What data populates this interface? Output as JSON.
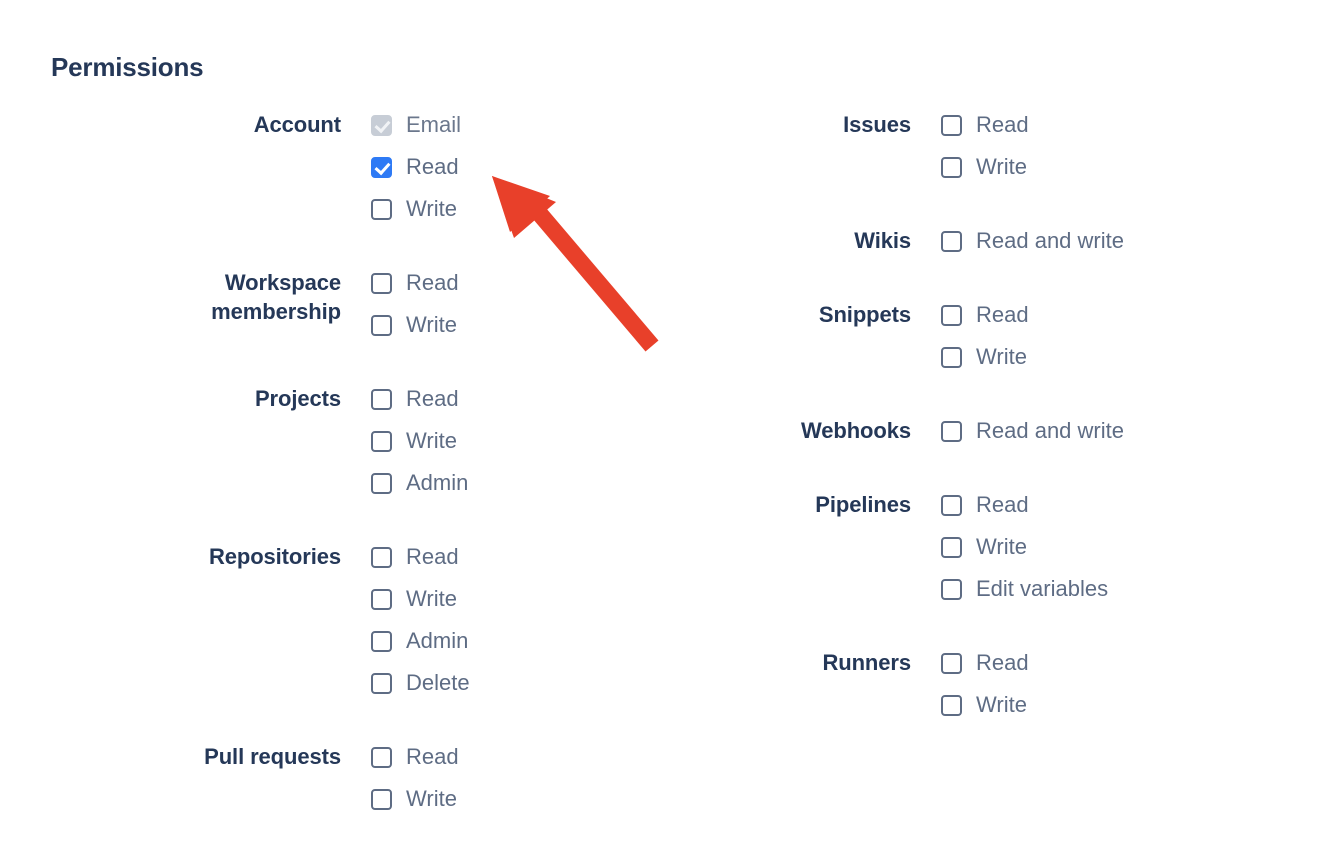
{
  "page": {
    "title": "Permissions",
    "background_color": "#ffffff",
    "label_color": "#253858",
    "option_color": "#5e6c84",
    "checked_color": "#2e7af5",
    "disabled_color": "#c7cdd6",
    "annotation_color": "#e8402a"
  },
  "columns": {
    "left": [
      {
        "label": "Account",
        "options": [
          {
            "label": "Email",
            "checked": true,
            "disabled": true
          },
          {
            "label": "Read",
            "checked": true,
            "disabled": false
          },
          {
            "label": "Write",
            "checked": false,
            "disabled": false
          }
        ]
      },
      {
        "label": "Workspace\nmembership",
        "options": [
          {
            "label": "Read",
            "checked": false,
            "disabled": false
          },
          {
            "label": "Write",
            "checked": false,
            "disabled": false
          }
        ]
      },
      {
        "label": "Projects",
        "options": [
          {
            "label": "Read",
            "checked": false,
            "disabled": false
          },
          {
            "label": "Write",
            "checked": false,
            "disabled": false
          },
          {
            "label": "Admin",
            "checked": false,
            "disabled": false
          }
        ]
      },
      {
        "label": "Repositories",
        "options": [
          {
            "label": "Read",
            "checked": false,
            "disabled": false
          },
          {
            "label": "Write",
            "checked": false,
            "disabled": false
          },
          {
            "label": "Admin",
            "checked": false,
            "disabled": false
          },
          {
            "label": "Delete",
            "checked": false,
            "disabled": false
          }
        ]
      },
      {
        "label": "Pull requests",
        "options": [
          {
            "label": "Read",
            "checked": false,
            "disabled": false
          },
          {
            "label": "Write",
            "checked": false,
            "disabled": false
          }
        ]
      }
    ],
    "right": [
      {
        "label": "Issues",
        "options": [
          {
            "label": "Read",
            "checked": false,
            "disabled": false
          },
          {
            "label": "Write",
            "checked": false,
            "disabled": false
          }
        ]
      },
      {
        "label": "Wikis",
        "options": [
          {
            "label": "Read and write",
            "checked": false,
            "disabled": false
          }
        ]
      },
      {
        "label": "Snippets",
        "options": [
          {
            "label": "Read",
            "checked": false,
            "disabled": false
          },
          {
            "label": "Write",
            "checked": false,
            "disabled": false
          }
        ]
      },
      {
        "label": "Webhooks",
        "options": [
          {
            "label": "Read and write",
            "checked": false,
            "disabled": false
          }
        ]
      },
      {
        "label": "Pipelines",
        "options": [
          {
            "label": "Read",
            "checked": false,
            "disabled": false
          },
          {
            "label": "Write",
            "checked": false,
            "disabled": false
          },
          {
            "label": "Edit variables",
            "checked": false,
            "disabled": false
          }
        ]
      },
      {
        "label": "Runners",
        "options": [
          {
            "label": "Read",
            "checked": false,
            "disabled": false
          },
          {
            "label": "Write",
            "checked": false,
            "disabled": false
          }
        ]
      }
    ]
  },
  "annotation": {
    "type": "arrow",
    "points_to": "Account Read checkbox",
    "color": "#e8402a"
  }
}
